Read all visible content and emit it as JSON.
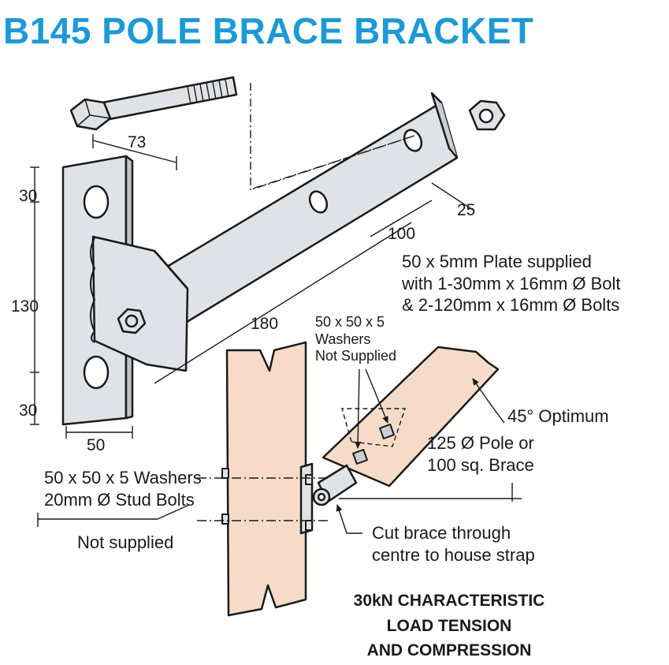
{
  "title": "B145 POLE BRACE BRACKET",
  "dimensions": {
    "d73": "73",
    "d30_top": "30",
    "d130": "130",
    "d30_bottom": "30",
    "d50": "50",
    "d180": "180",
    "d100": "100",
    "d25": "25"
  },
  "notes": {
    "plate_supply": [
      "50 x 5mm Plate supplied",
      "with 1-30mm x 16mm Ø Bolt",
      "& 2-120mm x 16mm Ø Bolts"
    ],
    "washers_not_supplied": [
      "50 x 50 x 5",
      "Washers",
      "Not Supplied"
    ],
    "angle": "45° Optimum",
    "pole": [
      "125 Ø Pole or",
      "100 sq. Brace"
    ],
    "stud_bolts": [
      "50 x 50 x 5 Washers",
      "20mm Ø Stud Bolts"
    ],
    "not_supplied": "Not supplied",
    "cut_brace": [
      "Cut brace through",
      "centre to house strap"
    ]
  },
  "load_rating": [
    "30kN CHARACTERISTIC",
    "LOAD TENSION",
    "AND COMPRESSION"
  ],
  "colors": {
    "title": "#1b9ad7",
    "steel": "#dfe2e6",
    "timber": "#f6dcc8",
    "line": "#1a1a1a"
  }
}
